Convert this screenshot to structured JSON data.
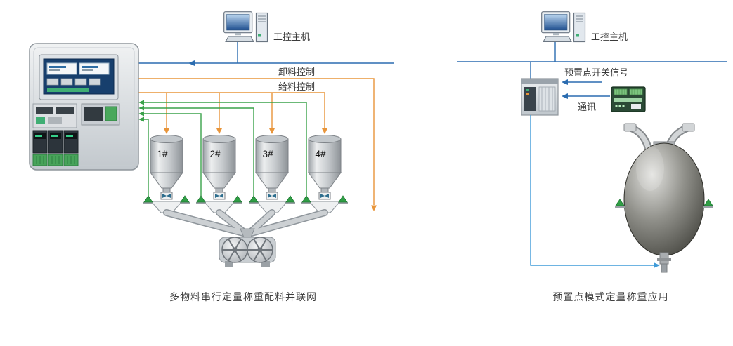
{
  "left_diagram": {
    "computer_label": "工控主机",
    "discharge_control_label": "卸料控制",
    "feeding_control_label": "给料控制",
    "hoppers": [
      "1#",
      "2#",
      "3#",
      "4#"
    ],
    "caption": "多物料串行定量称重配料并联网"
  },
  "right_diagram": {
    "computer_label": "工控主机",
    "preset_switch_signal_label": "预置点开关信号",
    "comm_label": "通讯",
    "caption": "预置点模式定量称重应用"
  },
  "colors": {
    "network_blue": "#2b6cb0",
    "signal_light_blue": "#3f9bd8",
    "control_orange": "#e8953a",
    "weight_green": "#3aa24a",
    "loadcell_green": "#2f9e44"
  },
  "icons": {
    "computer": "industrial-pc-icon",
    "loadcell": "loadcell-triangle-icon",
    "valve": "butterfly-valve-icon"
  }
}
